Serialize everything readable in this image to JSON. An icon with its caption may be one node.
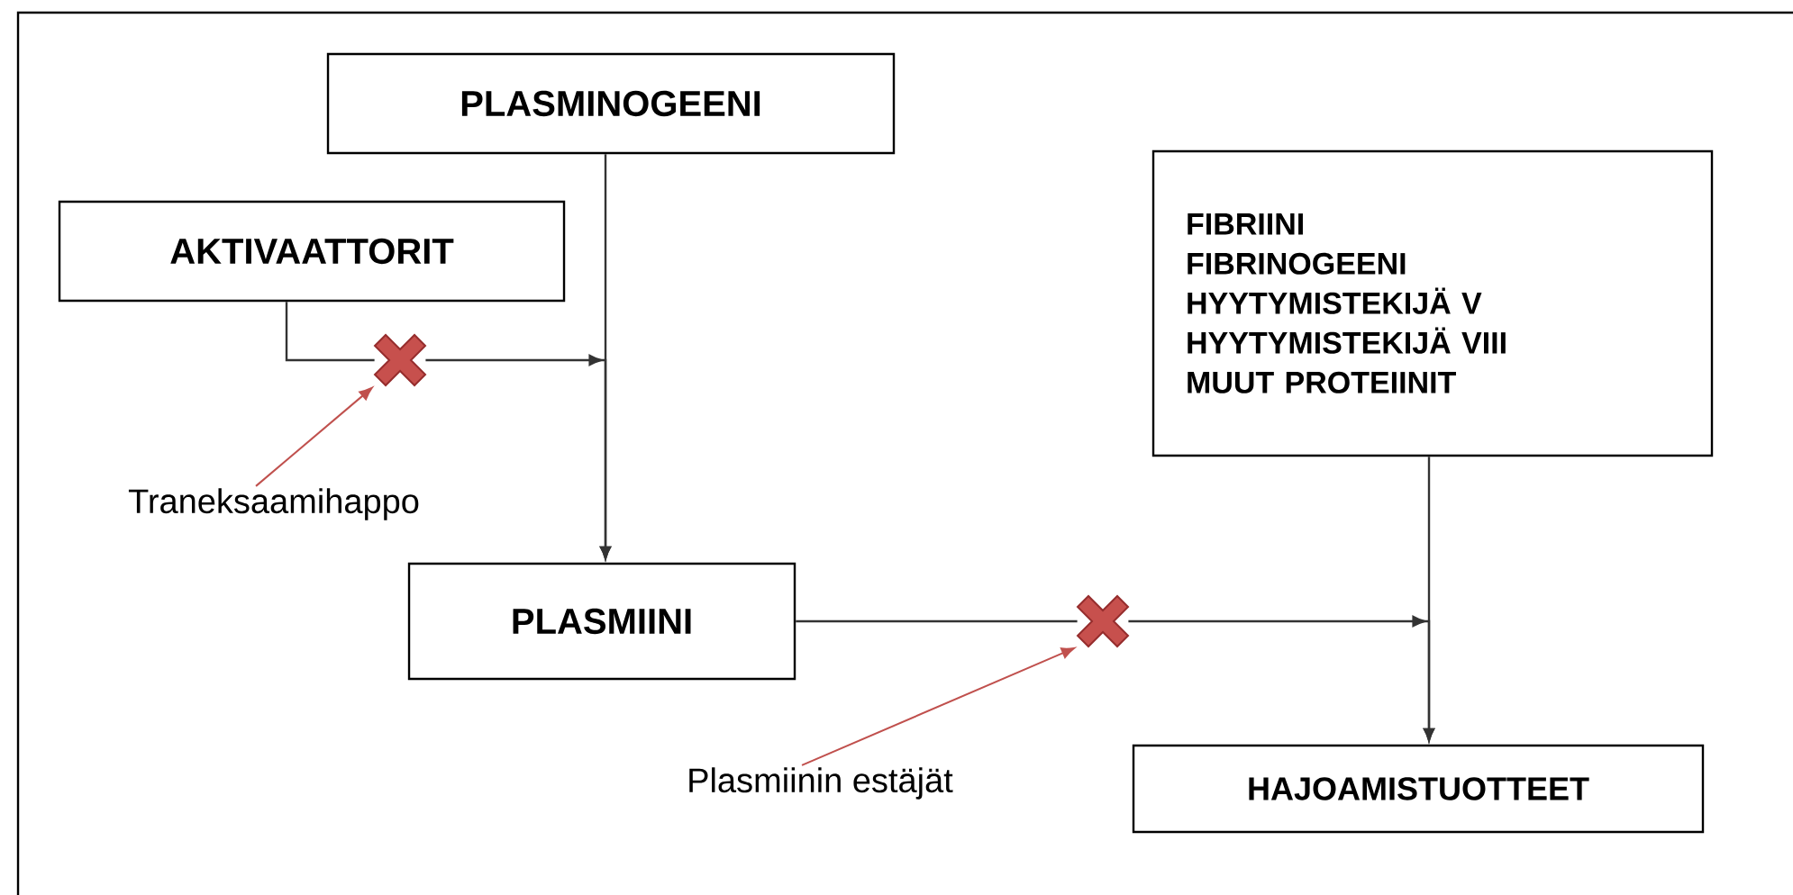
{
  "diagram": {
    "nodes": [
      {
        "text": [
          "PLASMINOGEENI"
        ]
      },
      {
        "text": [
          "AKTIVAATTORIT"
        ]
      },
      {
        "text": [
          "PLASMIINI"
        ]
      },
      {
        "text": [
          "FIBRIINI",
          "FIBRINOGEENI",
          "HYYTYMISTEKIJÄ V",
          "HYYTYMISTEKIJÄ VIII",
          "MUUT PROTEIINIT"
        ]
      },
      {
        "text": [
          "HAJOAMISTUOTTEET"
        ]
      },
      {
        "text": [
          "Traneksaamihappo"
        ]
      },
      {
        "text": [
          "Plasmiinin estäjät"
        ]
      },
      {
        "text": [],
        "shape": "cross"
      },
      {
        "text": [],
        "shape": "cross"
      }
    ],
    "edges": [
      {
        "from": 0,
        "to": 2,
        "arrow": "to"
      },
      {
        "from": 1,
        "to": 7,
        "arrow": "none"
      },
      {
        "from": 7,
        "to": 2,
        "arrow": "to"
      },
      {
        "from": 2,
        "to": 8,
        "arrow": "none"
      },
      {
        "from": 8,
        "to": 4,
        "arrow": "to"
      },
      {
        "from": 3,
        "to": 4,
        "arrow": "to"
      },
      {
        "from": 5,
        "to": 7,
        "arrow": "to",
        "color": "#c0504d"
      },
      {
        "from": 6,
        "to": 8,
        "arrow": "to",
        "color": "#c0504d"
      }
    ]
  }
}
